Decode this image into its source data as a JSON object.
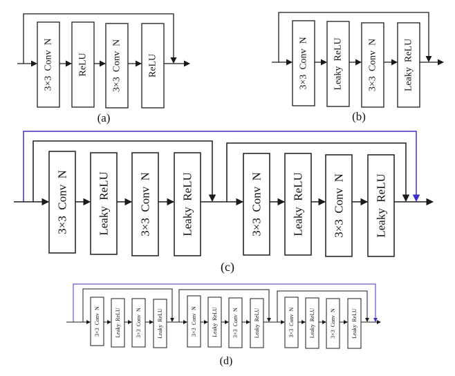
{
  "colors": {
    "line": "#1a1a1a",
    "global_skip": "#3a2fc4",
    "background": "#ffffff"
  },
  "labels": {
    "conv": "3×3  Conv  N",
    "relu": "ReLU",
    "leaky_relu": "Leaky  ReLU"
  },
  "panels": [
    {
      "id": "a",
      "caption": "(a)",
      "description": "Residual block: Conv, ReLU, Conv, ReLU with skip connection",
      "blocks": [
        {
          "layers": [
            "conv",
            "relu",
            "conv",
            "relu"
          ],
          "has_skip": true
        }
      ],
      "global_skip": false
    },
    {
      "id": "b",
      "caption": "(b)",
      "description": "Residual block: Conv, Leaky ReLU, Conv, Leaky ReLU with skip connection",
      "blocks": [
        {
          "layers": [
            "conv",
            "leaky_relu",
            "conv",
            "leaky_relu"
          ],
          "has_skip": true
        }
      ],
      "global_skip": false
    },
    {
      "id": "c",
      "caption": "(c)",
      "description": "Two stacked residual blocks with a global skip connection",
      "blocks": [
        {
          "layers": [
            "conv",
            "leaky_relu",
            "conv",
            "leaky_relu"
          ],
          "has_skip": true
        },
        {
          "layers": [
            "conv",
            "leaky_relu",
            "conv",
            "leaky_relu"
          ],
          "has_skip": true
        }
      ],
      "global_skip": true
    },
    {
      "id": "d",
      "caption": "(d)",
      "description": "Three stacked residual blocks with a global skip connection",
      "blocks": [
        {
          "layers": [
            "conv",
            "leaky_relu",
            "conv",
            "leaky_relu"
          ],
          "has_skip": true
        },
        {
          "layers": [
            "conv",
            "leaky_relu",
            "conv",
            "leaky_relu"
          ],
          "has_skip": true
        },
        {
          "layers": [
            "conv",
            "leaky_relu",
            "conv",
            "leaky_relu"
          ],
          "has_skip": true
        }
      ],
      "global_skip": true
    }
  ]
}
